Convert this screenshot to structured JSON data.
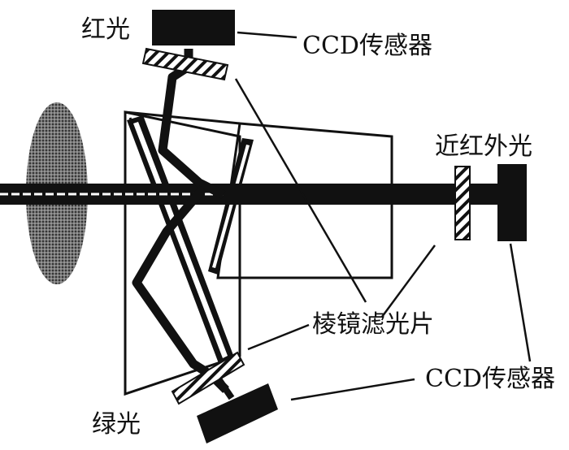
{
  "labels": {
    "red_light": "红光",
    "ccd_sensor_top": "CCD传感器",
    "near_ir_light": "近红外光",
    "prism_filter": "棱镜滤光片",
    "ccd_sensor_bottom": "CCD传感器",
    "green_light": "绿光"
  },
  "colors": {
    "ink": "#111111",
    "hatch": "#ffffff",
    "lens": "#5a5a5a"
  }
}
